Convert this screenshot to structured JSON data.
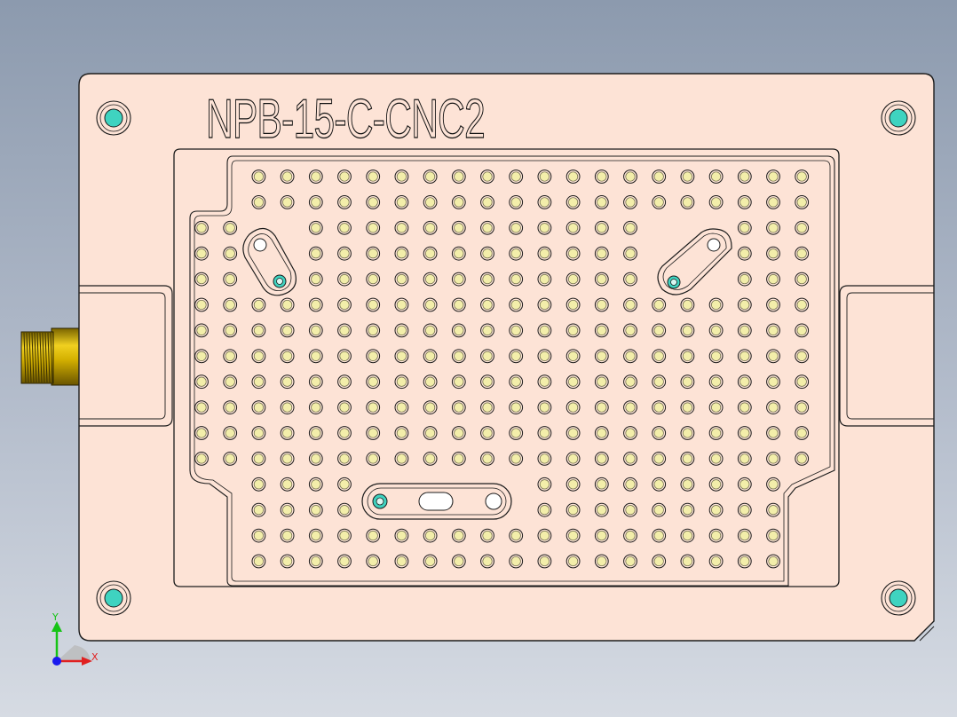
{
  "part_label": "NPB-15-C-CNC2",
  "triad": {
    "x_label": "X",
    "y_label": "Y"
  },
  "colors": {
    "plate_fill": "#fde3d6",
    "outline": "#1c1c1c",
    "hole_fill": "#f3eeaa",
    "pin_fill": "#3fd3c0",
    "connector": "#d8b400",
    "axis_x": "#e02020",
    "axis_y": "#16c416",
    "axis_z": "#1a1aee"
  },
  "icons": [
    "corner-pin-icon",
    "connector-icon",
    "slot-icon",
    "axis-triad-icon"
  ]
}
